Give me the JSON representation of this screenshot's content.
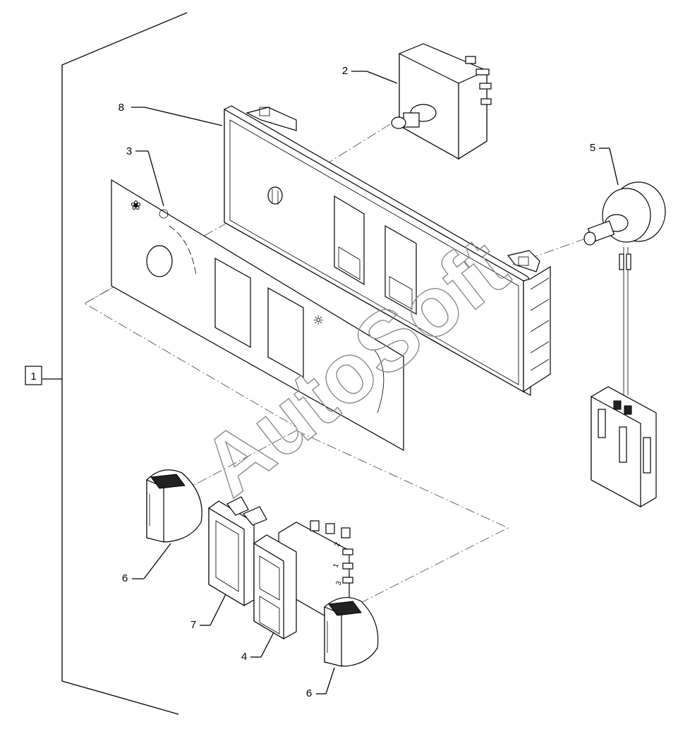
{
  "callouts": {
    "assembly": "1",
    "p2": "2",
    "p3": "3",
    "p4": "4",
    "p5": "5",
    "p6a": "6",
    "p6b": "6",
    "p7": "7",
    "p8": "8"
  },
  "watermark": "AutoSoft",
  "terminal_numbers": [
    "1",
    "2",
    "3"
  ]
}
